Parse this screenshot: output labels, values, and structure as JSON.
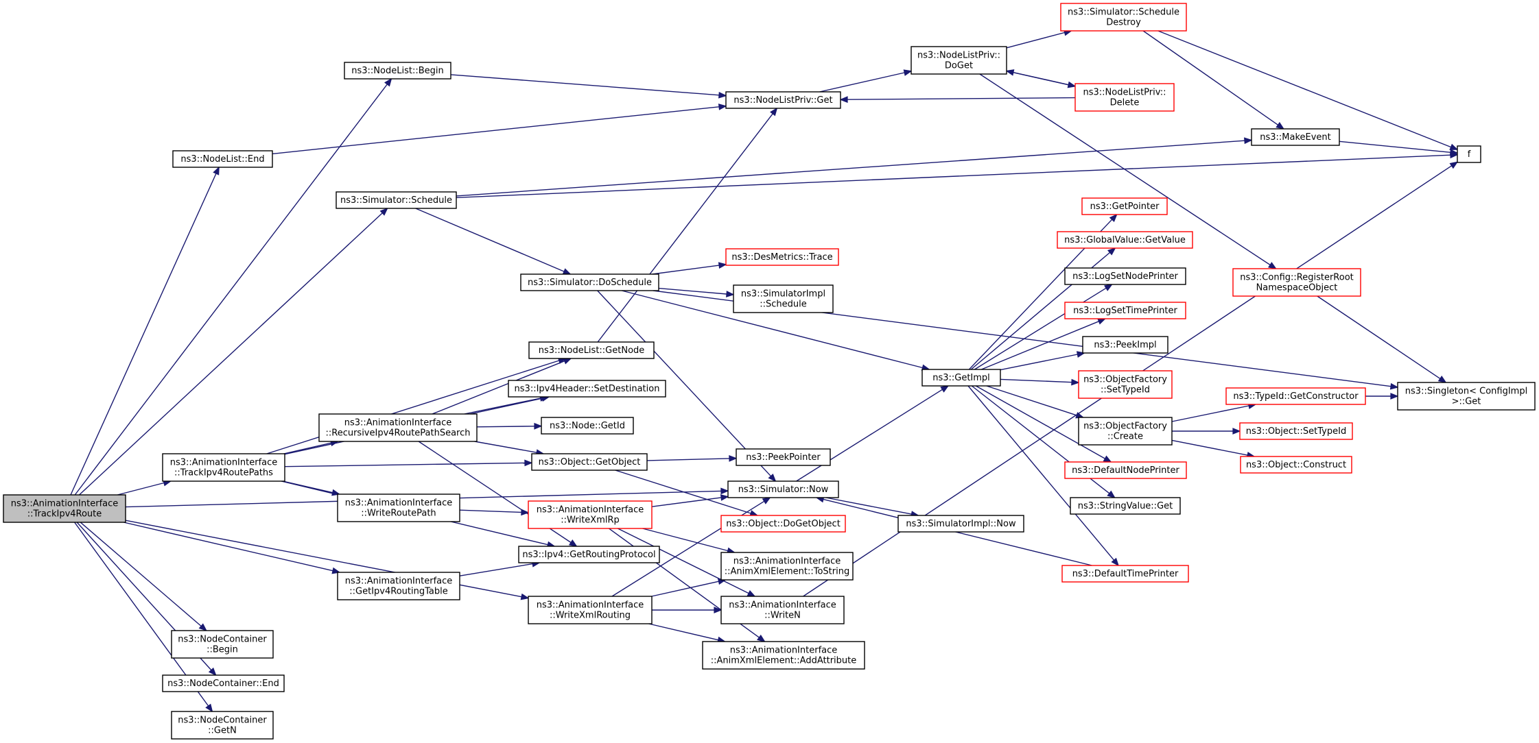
{
  "colors": {
    "edge": "#191970",
    "box_normal": "#000000",
    "box_truncated": "#ff0000",
    "root_fill": "#bfbfbf",
    "fill": "#ffffff"
  },
  "nodes": [
    {
      "id": "root",
      "lines": [
        "ns3::AnimationInterface",
        "::TrackIpv4Route"
      ],
      "style": "root"
    },
    {
      "id": "nlBegin",
      "lines": [
        "ns3::NodeList::Begin"
      ],
      "style": "normal"
    },
    {
      "id": "nlEnd",
      "lines": [
        "ns3::NodeList::End"
      ],
      "style": "normal"
    },
    {
      "id": "simSchedule",
      "lines": [
        "ns3::Simulator::Schedule"
      ],
      "style": "normal"
    },
    {
      "id": "nlGetNode",
      "lines": [
        "ns3::NodeList::GetNode"
      ],
      "style": "normal"
    },
    {
      "id": "trackPaths",
      "lines": [
        "ns3::AnimationInterface",
        "::TrackIpv4RoutePaths"
      ],
      "style": "normal"
    },
    {
      "id": "writeRoutePath",
      "lines": [
        "ns3::AnimationInterface",
        "::WriteRoutePath"
      ],
      "style": "normal"
    },
    {
      "id": "getIpv4RT",
      "lines": [
        "ns3::AnimationInterface",
        "::GetIpv4RoutingTable"
      ],
      "style": "normal"
    },
    {
      "id": "ncBegin",
      "lines": [
        "ns3::NodeContainer",
        "::Begin"
      ],
      "style": "normal"
    },
    {
      "id": "ncEnd",
      "lines": [
        "ns3::NodeContainer::End"
      ],
      "style": "normal"
    },
    {
      "id": "ncGetN",
      "lines": [
        "ns3::NodeContainer",
        "::GetN"
      ],
      "style": "normal"
    },
    {
      "id": "recursive",
      "lines": [
        "ns3::AnimationInterface",
        "::RecursiveIpv4RoutePathSearch"
      ],
      "style": "normal"
    },
    {
      "id": "ipv4SetDest",
      "lines": [
        "ns3::Ipv4Header::SetDestination"
      ],
      "style": "normal"
    },
    {
      "id": "nodeGetId",
      "lines": [
        "ns3::Node::GetId"
      ],
      "style": "normal"
    },
    {
      "id": "objGetObject",
      "lines": [
        "ns3::Object::GetObject"
      ],
      "style": "normal"
    },
    {
      "id": "ipv4GetRP",
      "lines": [
        "ns3::Ipv4::GetRoutingProtocol"
      ],
      "style": "normal"
    },
    {
      "id": "writeXmlRp",
      "lines": [
        "ns3::AnimationInterface",
        "::WriteXmlRp"
      ],
      "style": "truncated"
    },
    {
      "id": "writeXmlRouting",
      "lines": [
        "ns3::AnimationInterface",
        "::WriteXmlRouting"
      ],
      "style": "normal"
    },
    {
      "id": "simDoSchedule",
      "lines": [
        "ns3::Simulator::DoSchedule"
      ],
      "style": "normal"
    },
    {
      "id": "nlpGet",
      "lines": [
        "ns3::NodeListPriv::Get"
      ],
      "style": "normal"
    },
    {
      "id": "nlpDoGet",
      "lines": [
        "ns3::NodeListPriv::",
        "DoGet"
      ],
      "style": "normal"
    },
    {
      "id": "nlpDelete",
      "lines": [
        "ns3::NodeListPriv::",
        "Delete"
      ],
      "style": "truncated"
    },
    {
      "id": "simScheduleDestroy",
      "lines": [
        "ns3::Simulator::Schedule",
        "Destroy"
      ],
      "style": "truncated"
    },
    {
      "id": "makeEvent",
      "lines": [
        "ns3::MakeEvent"
      ],
      "style": "normal"
    },
    {
      "id": "f",
      "lines": [
        "f"
      ],
      "style": "normal"
    },
    {
      "id": "desTrace",
      "lines": [
        "ns3::DesMetrics::Trace"
      ],
      "style": "truncated"
    },
    {
      "id": "simImplSchedule",
      "lines": [
        "ns3::SimulatorImpl",
        "::Schedule"
      ],
      "style": "normal"
    },
    {
      "id": "peekPointer",
      "lines": [
        "ns3::PeekPointer"
      ],
      "style": "normal"
    },
    {
      "id": "simNow",
      "lines": [
        "ns3::Simulator::Now"
      ],
      "style": "normal"
    },
    {
      "id": "objDoGetObject",
      "lines": [
        "ns3::Object::DoGetObject"
      ],
      "style": "truncated"
    },
    {
      "id": "toString",
      "lines": [
        "ns3::AnimationInterface",
        "::AnimXmlElement::ToString"
      ],
      "style": "normal"
    },
    {
      "id": "writeN",
      "lines": [
        "ns3::AnimationInterface",
        "::WriteN"
      ],
      "style": "normal"
    },
    {
      "id": "addAttribute",
      "lines": [
        "ns3::AnimationInterface",
        "::AnimXmlElement::AddAttribute"
      ],
      "style": "normal"
    },
    {
      "id": "getImpl",
      "lines": [
        "ns3::GetImpl"
      ],
      "style": "normal"
    },
    {
      "id": "simImplNow",
      "lines": [
        "ns3::SimulatorImpl::Now"
      ],
      "style": "normal"
    },
    {
      "id": "getPointer",
      "lines": [
        "ns3::GetPointer"
      ],
      "style": "truncated"
    },
    {
      "id": "gvGetValue",
      "lines": [
        "ns3::GlobalValue::GetValue"
      ],
      "style": "truncated"
    },
    {
      "id": "logSetNode",
      "lines": [
        "ns3::LogSetNodePrinter"
      ],
      "style": "normal"
    },
    {
      "id": "logSetTime",
      "lines": [
        "ns3::LogSetTimePrinter"
      ],
      "style": "truncated"
    },
    {
      "id": "peekImpl",
      "lines": [
        "ns3::PeekImpl"
      ],
      "style": "normal"
    },
    {
      "id": "ofSetTypeId",
      "lines": [
        "ns3::ObjectFactory",
        "::SetTypeId"
      ],
      "style": "truncated"
    },
    {
      "id": "ofCreate",
      "lines": [
        "ns3::ObjectFactory",
        "::Create"
      ],
      "style": "normal"
    },
    {
      "id": "defNodePrinter",
      "lines": [
        "ns3::DefaultNodePrinter"
      ],
      "style": "truncated"
    },
    {
      "id": "svGet",
      "lines": [
        "ns3::StringValue::Get"
      ],
      "style": "normal"
    },
    {
      "id": "defTimePrinter",
      "lines": [
        "ns3::DefaultTimePrinter"
      ],
      "style": "truncated"
    },
    {
      "id": "configRegister",
      "lines": [
        "ns3::Config::RegisterRoot",
        "NamespaceObject"
      ],
      "style": "truncated"
    },
    {
      "id": "typeIdGetCtor",
      "lines": [
        "ns3::TypeId::GetConstructor"
      ],
      "style": "truncated"
    },
    {
      "id": "objSetTypeId",
      "lines": [
        "ns3::Object::SetTypeId"
      ],
      "style": "truncated"
    },
    {
      "id": "objConstruct",
      "lines": [
        "ns3::Object::Construct"
      ],
      "style": "truncated"
    },
    {
      "id": "singletonGet",
      "lines": [
        "ns3::Singleton< ConfigImpl",
        " >::Get"
      ],
      "style": "normal"
    }
  ],
  "edges": [
    [
      "root",
      "nlBegin"
    ],
    [
      "root",
      "nlEnd"
    ],
    [
      "root",
      "simSchedule"
    ],
    [
      "root",
      "simNow"
    ],
    [
      "root",
      "trackPaths"
    ],
    [
      "root",
      "getIpv4RT"
    ],
    [
      "root",
      "writeXmlRouting"
    ],
    [
      "root",
      "ncBegin"
    ],
    [
      "root",
      "ncEnd"
    ],
    [
      "root",
      "ncGetN"
    ],
    [
      "nlBegin",
      "nlpGet"
    ],
    [
      "nlEnd",
      "nlpGet"
    ],
    [
      "simSchedule",
      "makeEvent"
    ],
    [
      "simSchedule",
      "f"
    ],
    [
      "simSchedule",
      "simDoSchedule"
    ],
    [
      "trackPaths",
      "nlGetNode"
    ],
    [
      "trackPaths",
      "ipv4SetDest"
    ],
    [
      "trackPaths",
      "recursive"
    ],
    [
      "trackPaths",
      "objGetObject"
    ],
    [
      "trackPaths",
      "writeRoutePath"
    ],
    [
      "trackPaths",
      "ipv4GetRP"
    ],
    [
      "recursive",
      "nlGetNode"
    ],
    [
      "recursive",
      "ipv4SetDest"
    ],
    [
      "recursive",
      "nodeGetId"
    ],
    [
      "recursive",
      "objGetObject"
    ],
    [
      "recursive",
      "ipv4GetRP"
    ],
    [
      "nlGetNode",
      "nlpGet"
    ],
    [
      "objGetObject",
      "peekPointer"
    ],
    [
      "objGetObject",
      "objDoGetObject"
    ],
    [
      "writeRoutePath",
      "writeXmlRp"
    ],
    [
      "getIpv4RT",
      "ipv4GetRP"
    ],
    [
      "writeXmlRp",
      "simNow"
    ],
    [
      "writeXmlRp",
      "toString"
    ],
    [
      "writeXmlRp",
      "writeN"
    ],
    [
      "writeXmlRp",
      "addAttribute"
    ],
    [
      "writeXmlRouting",
      "simNow"
    ],
    [
      "writeXmlRouting",
      "toString"
    ],
    [
      "writeXmlRouting",
      "writeN"
    ],
    [
      "writeXmlRouting",
      "addAttribute"
    ],
    [
      "simDoSchedule",
      "desTrace"
    ],
    [
      "simDoSchedule",
      "simImplSchedule"
    ],
    [
      "simDoSchedule",
      "getImpl"
    ],
    [
      "simDoSchedule",
      "simNow"
    ],
    [
      "simDoSchedule",
      "singletonGet"
    ],
    [
      "nlpGet",
      "nlpDoGet"
    ],
    [
      "nlpDoGet",
      "simScheduleDestroy"
    ],
    [
      "nlpDoGet",
      "nlpDelete"
    ],
    [
      "nlpDoGet",
      "configRegister"
    ],
    [
      "nlpDelete",
      "nlpDoGet"
    ],
    [
      "nlpDelete",
      "nlpGet"
    ],
    [
      "simScheduleDestroy",
      "makeEvent"
    ],
    [
      "simScheduleDestroy",
      "f"
    ],
    [
      "makeEvent",
      "f"
    ],
    [
      "simNow",
      "getImpl"
    ],
    [
      "simNow",
      "simImplNow"
    ],
    [
      "getImpl",
      "getPointer"
    ],
    [
      "getImpl",
      "gvGetValue"
    ],
    [
      "getImpl",
      "logSetNode"
    ],
    [
      "getImpl",
      "logSetTime"
    ],
    [
      "getImpl",
      "peekImpl"
    ],
    [
      "getImpl",
      "ofSetTypeId"
    ],
    [
      "getImpl",
      "ofCreate"
    ],
    [
      "getImpl",
      "defNodePrinter"
    ],
    [
      "getImpl",
      "svGet"
    ],
    [
      "getImpl",
      "defTimePrinter"
    ],
    [
      "defTimePrinter",
      "simNow"
    ],
    [
      "ofCreate",
      "typeIdGetCtor"
    ],
    [
      "ofCreate",
      "objSetTypeId"
    ],
    [
      "ofCreate",
      "objConstruct"
    ],
    [
      "typeIdGetCtor",
      "singletonGet"
    ],
    [
      "configRegister",
      "singletonGet"
    ],
    [
      "writeN",
      "f"
    ]
  ]
}
